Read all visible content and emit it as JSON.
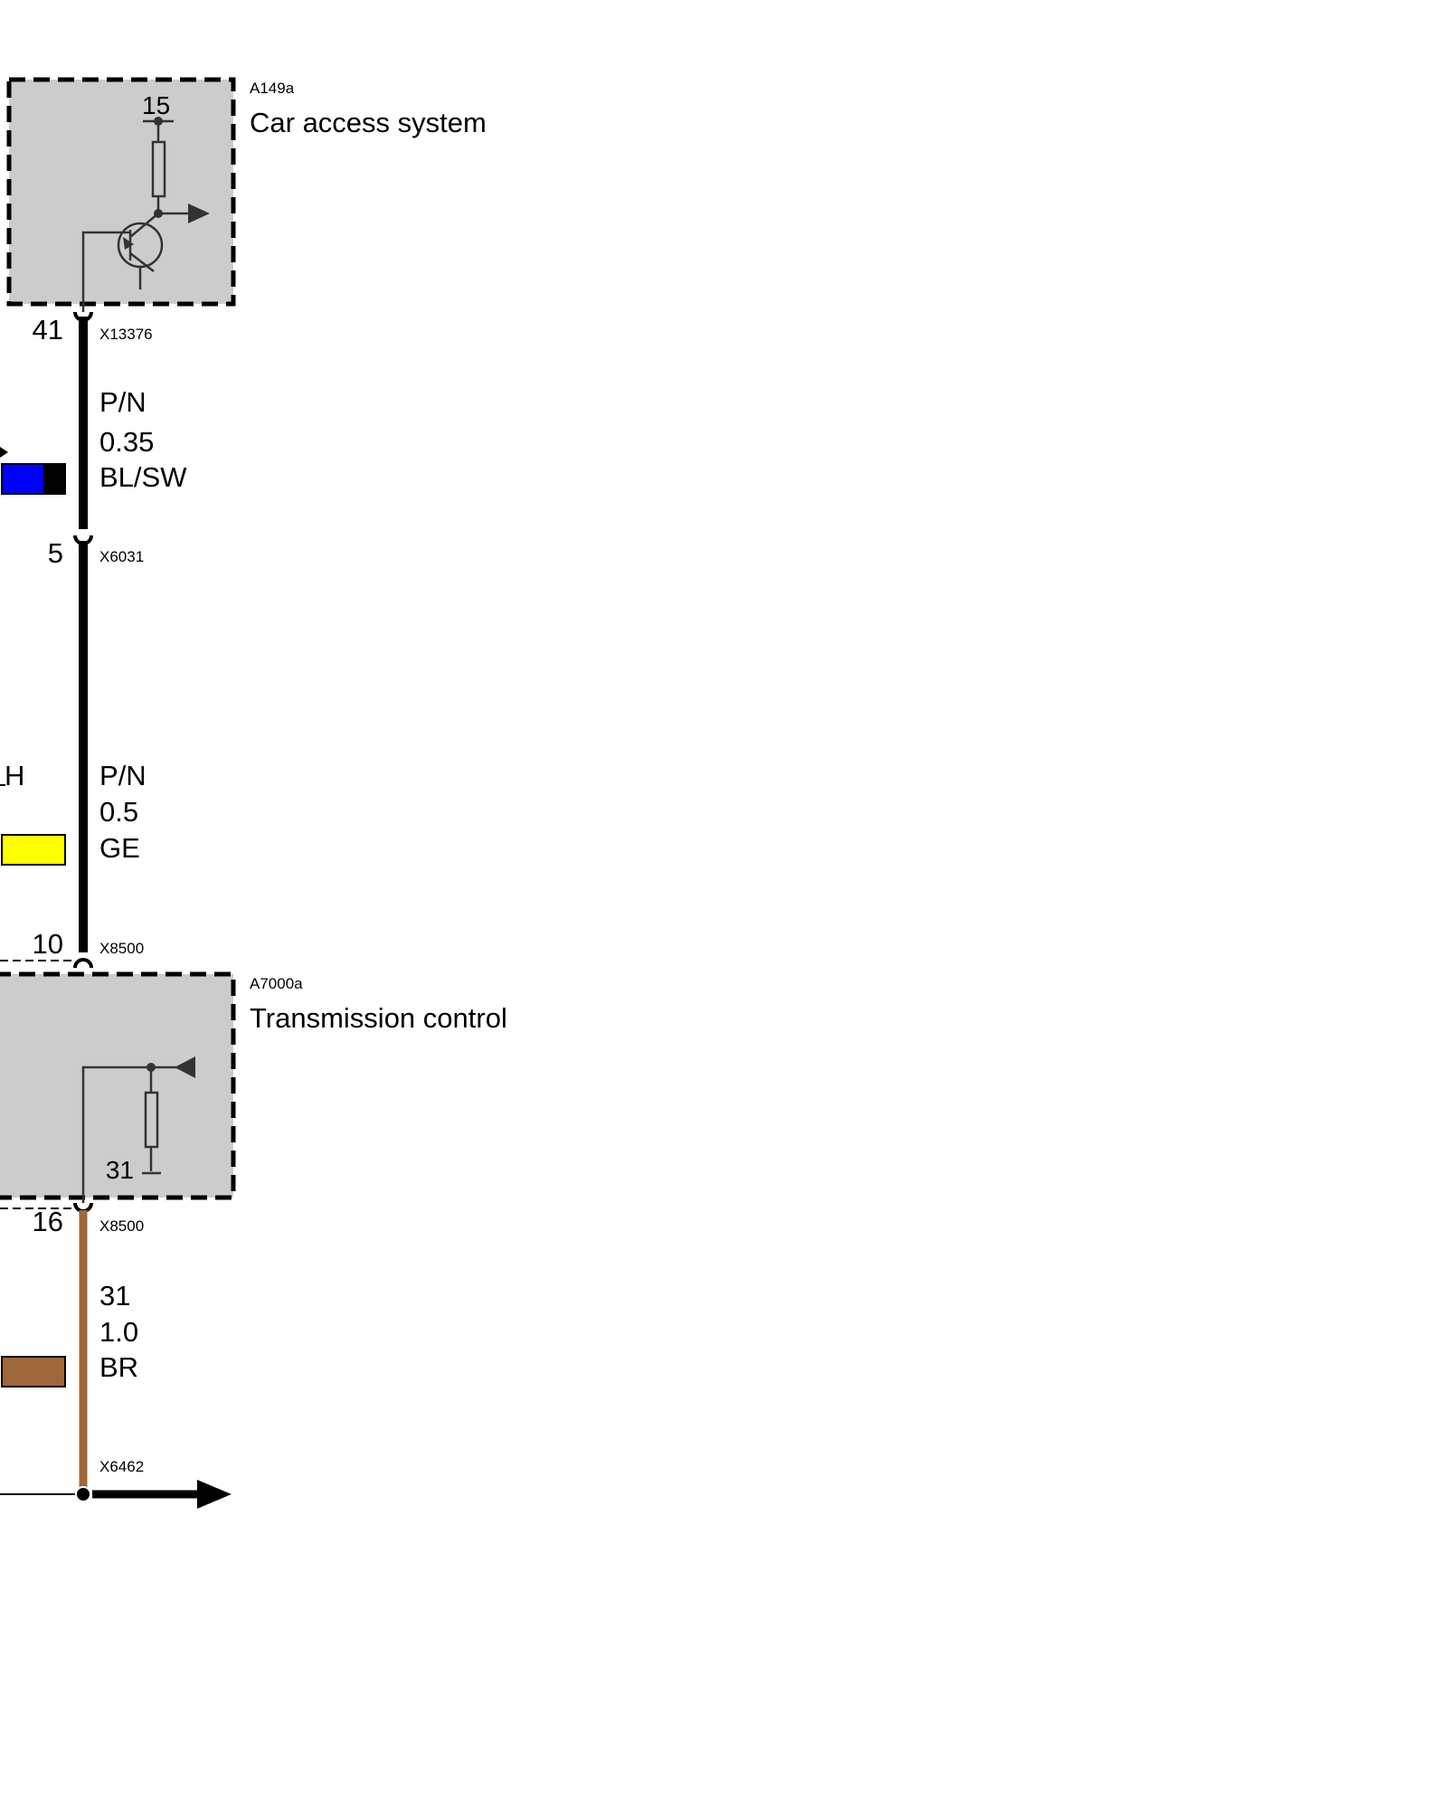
{
  "components": [
    {
      "id": "A149a",
      "name": "Car access system",
      "internal_terminal": "15"
    },
    {
      "id": "A7000a",
      "name": "Transmission control",
      "internal_terminal": "31"
    }
  ],
  "connectors": [
    {
      "label": "X13376",
      "pin": "41"
    },
    {
      "label": "X6031",
      "pin": "5"
    },
    {
      "label": "X8500",
      "pin": "10"
    },
    {
      "label": "X8500",
      "pin": "16"
    },
    {
      "label": "X6462"
    }
  ],
  "wires": [
    {
      "signal": "P/N",
      "cross_section": "0.35",
      "color_code": "BL/SW",
      "swatch_colors": [
        "#0000ff",
        "#000000"
      ]
    },
    {
      "signal": "P/N",
      "cross_section": "0.5",
      "color_code": "GE",
      "swatch_colors": [
        "#ffff00"
      ]
    },
    {
      "signal": "31",
      "cross_section": "1.0",
      "color_code": "BR",
      "swatch_colors": [
        "#a0673a"
      ]
    }
  ],
  "edge_text": {
    "partial_label": "H"
  },
  "colors": {
    "module_fill": "#cccccc",
    "wire_black": "#000000",
    "wire_brown": "#a0673a",
    "symbol_stroke": "#333333"
  }
}
